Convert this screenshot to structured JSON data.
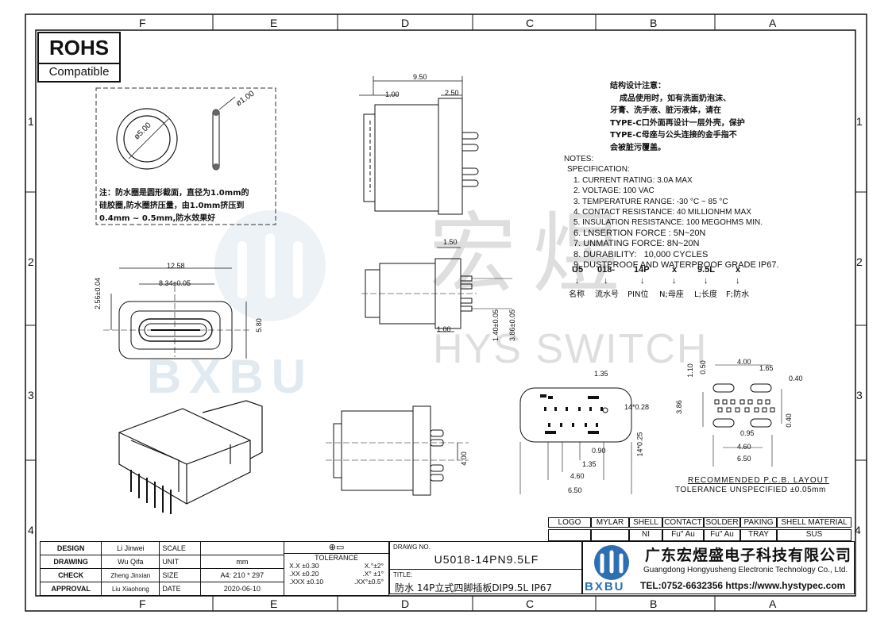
{
  "zones": {
    "columns_top": [
      "F",
      "E",
      "D",
      "C",
      "B",
      "A"
    ],
    "rows": [
      "1",
      "2",
      "3",
      "4"
    ]
  },
  "rohs": {
    "title": "ROHS",
    "subtitle": "Compatible"
  },
  "seal_dims": {
    "outer": "ø5.00",
    "wire": "ø1.00"
  },
  "seal_note": [
    "注：防水圈是圆形截面，直径为1.0mm的",
    "硅胶圈,防水圈挤压量，由1.0mm挤压到",
    "0.4mm ~ 0.5mm,防水效果好"
  ],
  "structure_note": [
    "结构设计注意：",
    "成品使用时，如有洗面奶泡沫、",
    "牙膏、洗手液、脏污液体，请在",
    "TYPE-C口外面再设计一层外壳，保护",
    "TYPE-C母座与公头连接的金手指不",
    "会被脏污覆盖。"
  ],
  "notes_title": "NOTES:",
  "spec_title": "SPECIFICATION:",
  "spec_items": [
    "1. CURRENT RATING: 3.0A MAX",
    "2. VOLTAGE: 100 VAC",
    "3. TEMPERATURE RANGE: -30 °C ~ 85 °C",
    "4. CONTACT RESISTANCE: 40 MILLIONHM MAX",
    "5. INSULATION RESISTANCE: 100 MEGOHMS MIN.",
    "6. LNSERTION FORCE : 5N~20N",
    "7. UNMATING FORCE: 8N~20N",
    "8. DURABILITY:   10,000 CYCLES",
    "9. DUSTPROOF AND WATERPROOF GRADE IP67."
  ],
  "part_code": {
    "parts": [
      "U5",
      "018-",
      "14P",
      "x",
      "9.5L",
      "x"
    ],
    "labels": [
      "名称",
      "流水号",
      "PIN位",
      "N;母座",
      "L;长度",
      "F;防水"
    ]
  },
  "watermark": {
    "cn": "宏煜",
    "en": "HYS SWITCH",
    "logo": "BXBU"
  },
  "dims": {
    "top_width": "9.50",
    "top_a": "1.00",
    "top_b": "2.50",
    "front_w": "12.58",
    "front_in": "8.34±0.05",
    "front_h": "5.80",
    "front_hl": "2.56±0.04",
    "side_a": "1.50",
    "side_b": "1.00",
    "side_c": "1.40±0.05",
    "side_d": "3.86±0.05",
    "bot_h": "4.00",
    "pcb_a": "1.35",
    "pcb_b": "14*0.28",
    "pcb_c": "14*0.25",
    "pcb_d": "0.90",
    "pcb_e": "1.35",
    "pcb_f": "4.60",
    "pcb_g": "6.50",
    "lay_a": "4.00",
    "lay_b": "1.65",
    "lay_c": "0.40",
    "lay_d": "0.50",
    "lay_e": "1.10",
    "lay_f": "3.86",
    "lay_g": "0.95",
    "lay_h": "0.40",
    "lay_i": "4.60",
    "lay_j": "6.50"
  },
  "pcb_layout": {
    "title": "RECOMMENDED  P.C.B.  LAYOUT",
    "tolerance": "TOLERANCE  UNSPECIFIED  ±0.05mm"
  },
  "materials": {
    "headers": [
      "LOGO",
      "MYLAR",
      "SHELL",
      "CONTACT",
      "SOLDER",
      "PAKING",
      "SHELL MATERIAL"
    ],
    "values": [
      "",
      "",
      "NI",
      "Fu\" Au",
      "Fu\" Au",
      "TRAY",
      "SUS"
    ]
  },
  "title_block": {
    "design_label": "DESIGN",
    "design_name": "Li Jinwei",
    "scale_label": "SCALE",
    "scale_val": "",
    "drawing_label": "DRAWING",
    "drawing_name": "Wu Qifa",
    "unit_label": "UNIT",
    "unit_val": "mm",
    "check_label": "CHECK",
    "check_name": "Zheng Jinxian",
    "size_label": "SIZE",
    "size_val": "A4: 210 * 297",
    "approval_label": "APPROVAL",
    "approval_name": "Liu Xiaohong",
    "date_label": "DATE",
    "date_val": "2020-06-10",
    "tolerance_title": "TOLERANCE",
    "tol": [
      [
        "X.X  ±0.30",
        "X.°±2°"
      ],
      [
        ".XX  ±0.20",
        ".X° ±1°"
      ],
      [
        ".XXX ±0.10",
        ".XX°±0.5°"
      ]
    ],
    "drawg_no_label": "DRAWG NO.",
    "drawg_no": "U5018-14PN9.5LF",
    "title_label": "TITLE:",
    "title": "防水 14P立式四脚插板DIP9.5L IP67"
  },
  "company": {
    "name_cn": "广东宏煜盛电子科技有限公司",
    "name_en": "Guangdong Hongyusheng Electronic Technology Co., Ltd.",
    "contact": "TEL:0752-6632356  https://www.hystypec.com",
    "logo_text": "BXBU"
  }
}
